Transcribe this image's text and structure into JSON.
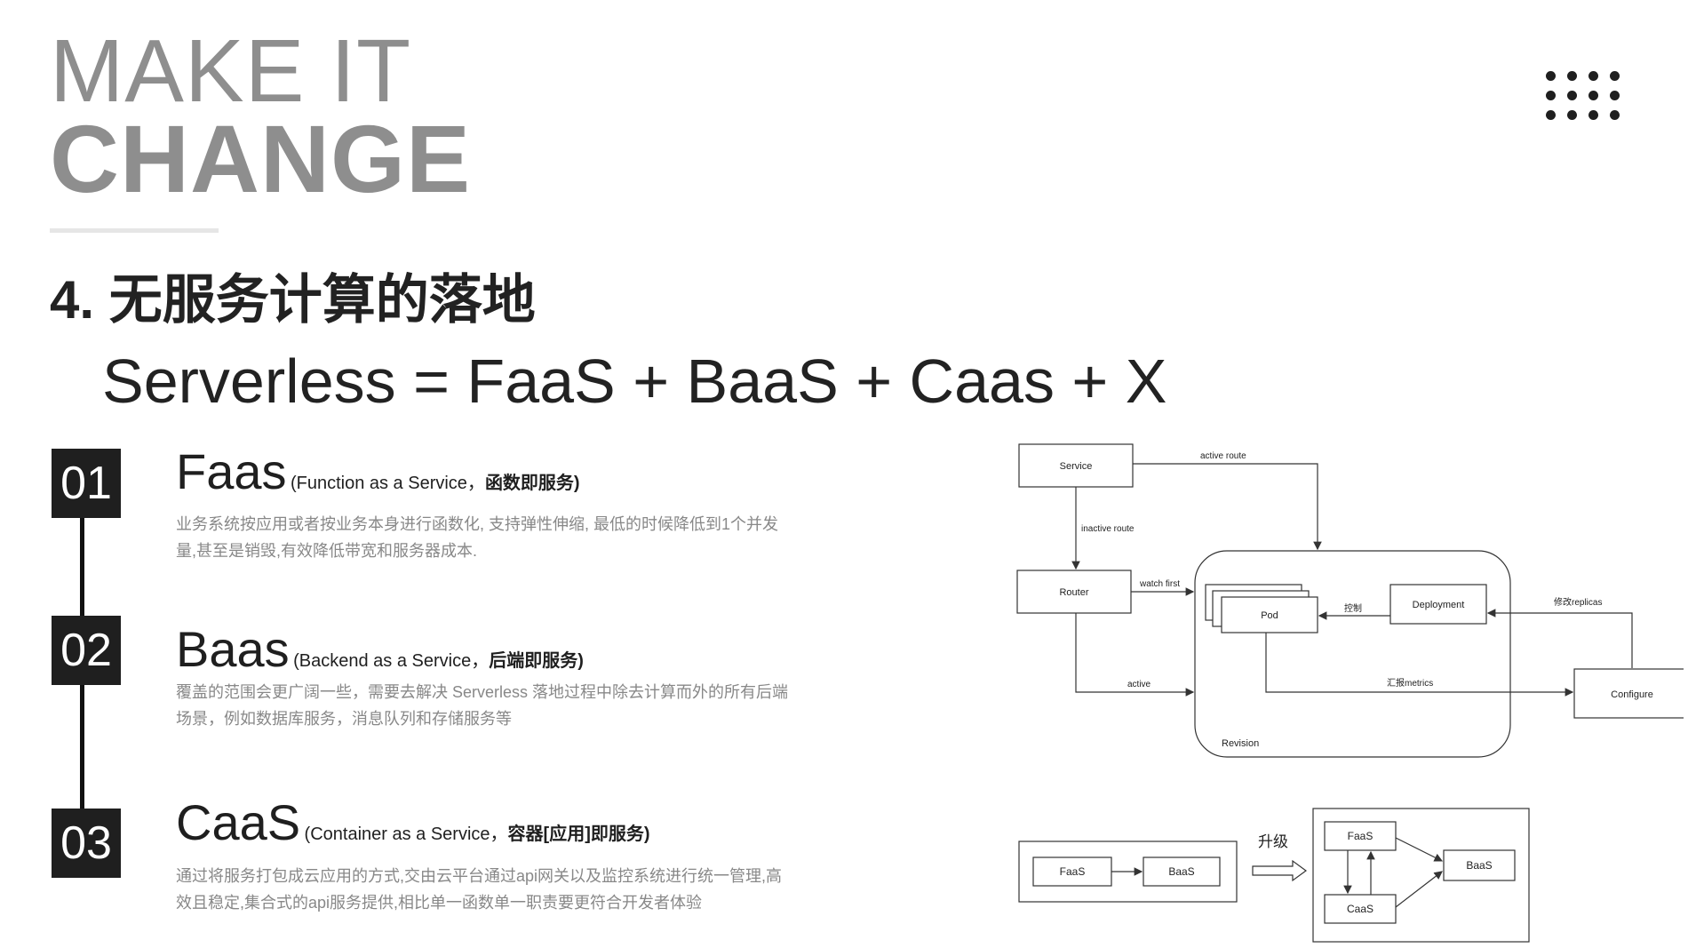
{
  "brand": {
    "line1": "MAKE IT",
    "line2": "CHANGE"
  },
  "heading": "4. 无服务计算的落地",
  "formula": "Serverless = FaaS + BaaS + Caas + X",
  "sections": [
    {
      "num": "01",
      "title": "Faas",
      "subtitle_en": "(Function as a Service，",
      "subtitle_cn": "函数即服务)",
      "desc": "业务系统按应用或者按业务本身进行函数化, 支持弹性伸缩, 最低的时候降低到1个并发量,甚至是销毁,有效降低带宽和服务器成本."
    },
    {
      "num": "02",
      "title": "Baas",
      "subtitle_en": "(Backend as a Service，",
      "subtitle_cn": "后端即服务)",
      "desc": "覆盖的范围会更广阔一些，需要去解决 Serverless 落地过程中除去计算而外的所有后端场景，例如数据库服务，消息队列和存储服务等"
    },
    {
      "num": "03",
      "title": "CaaS",
      "subtitle_en": "(Container as a Service，",
      "subtitle_cn": "容器[应用]即服务)",
      "desc": "通过将服务打包成云应用的方式,交由云平台通过api网关以及监控系统进行统一管理,高效且稳定,集合式的api服务提供,相比单一函数单一职责要更符合开发者体验"
    }
  ],
  "diagram1": {
    "service": "Service",
    "router": "Router",
    "pod": "Pod",
    "deployment": "Deployment",
    "configure": "Configure",
    "revision": "Revision",
    "active_route": "active  route",
    "inactive_route": "inactive  route",
    "watch_first": "watch first",
    "active": "active",
    "control": "控制",
    "report_metrics": "汇报metrics",
    "modify_replicas": "修改replicas"
  },
  "diagram2": {
    "faas": "FaaS",
    "baas": "BaaS",
    "caas": "CaaS",
    "upgrade": "升级"
  }
}
